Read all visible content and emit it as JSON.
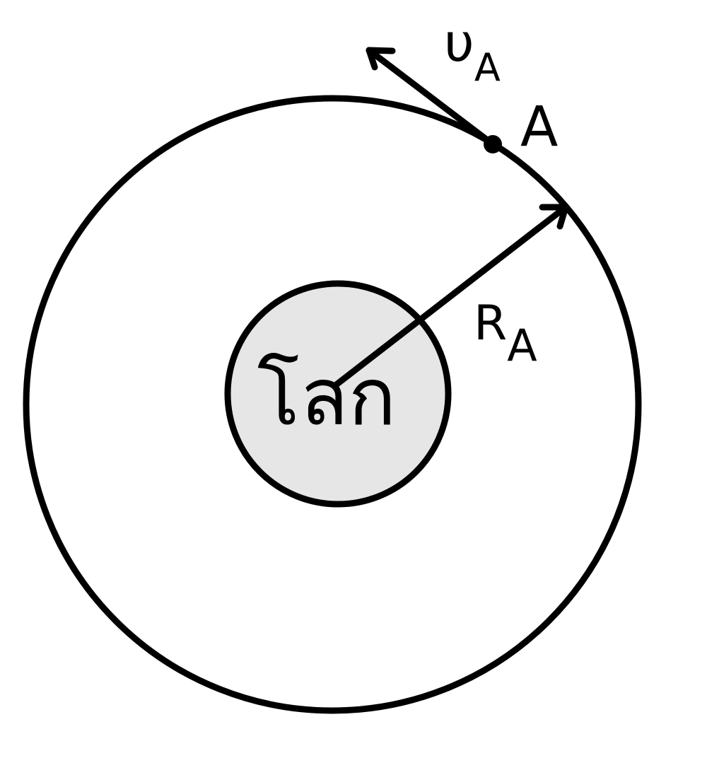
{
  "diagram": {
    "colors": {
      "stroke": "#000000",
      "earth_fill": "#e6e6e6",
      "background": "#ffffff"
    },
    "labels": {
      "earth": "โลก",
      "satellite_point": "A",
      "radius": "R",
      "radius_subscript": "A",
      "velocity": "υ",
      "velocity_subscript": "A"
    }
  }
}
